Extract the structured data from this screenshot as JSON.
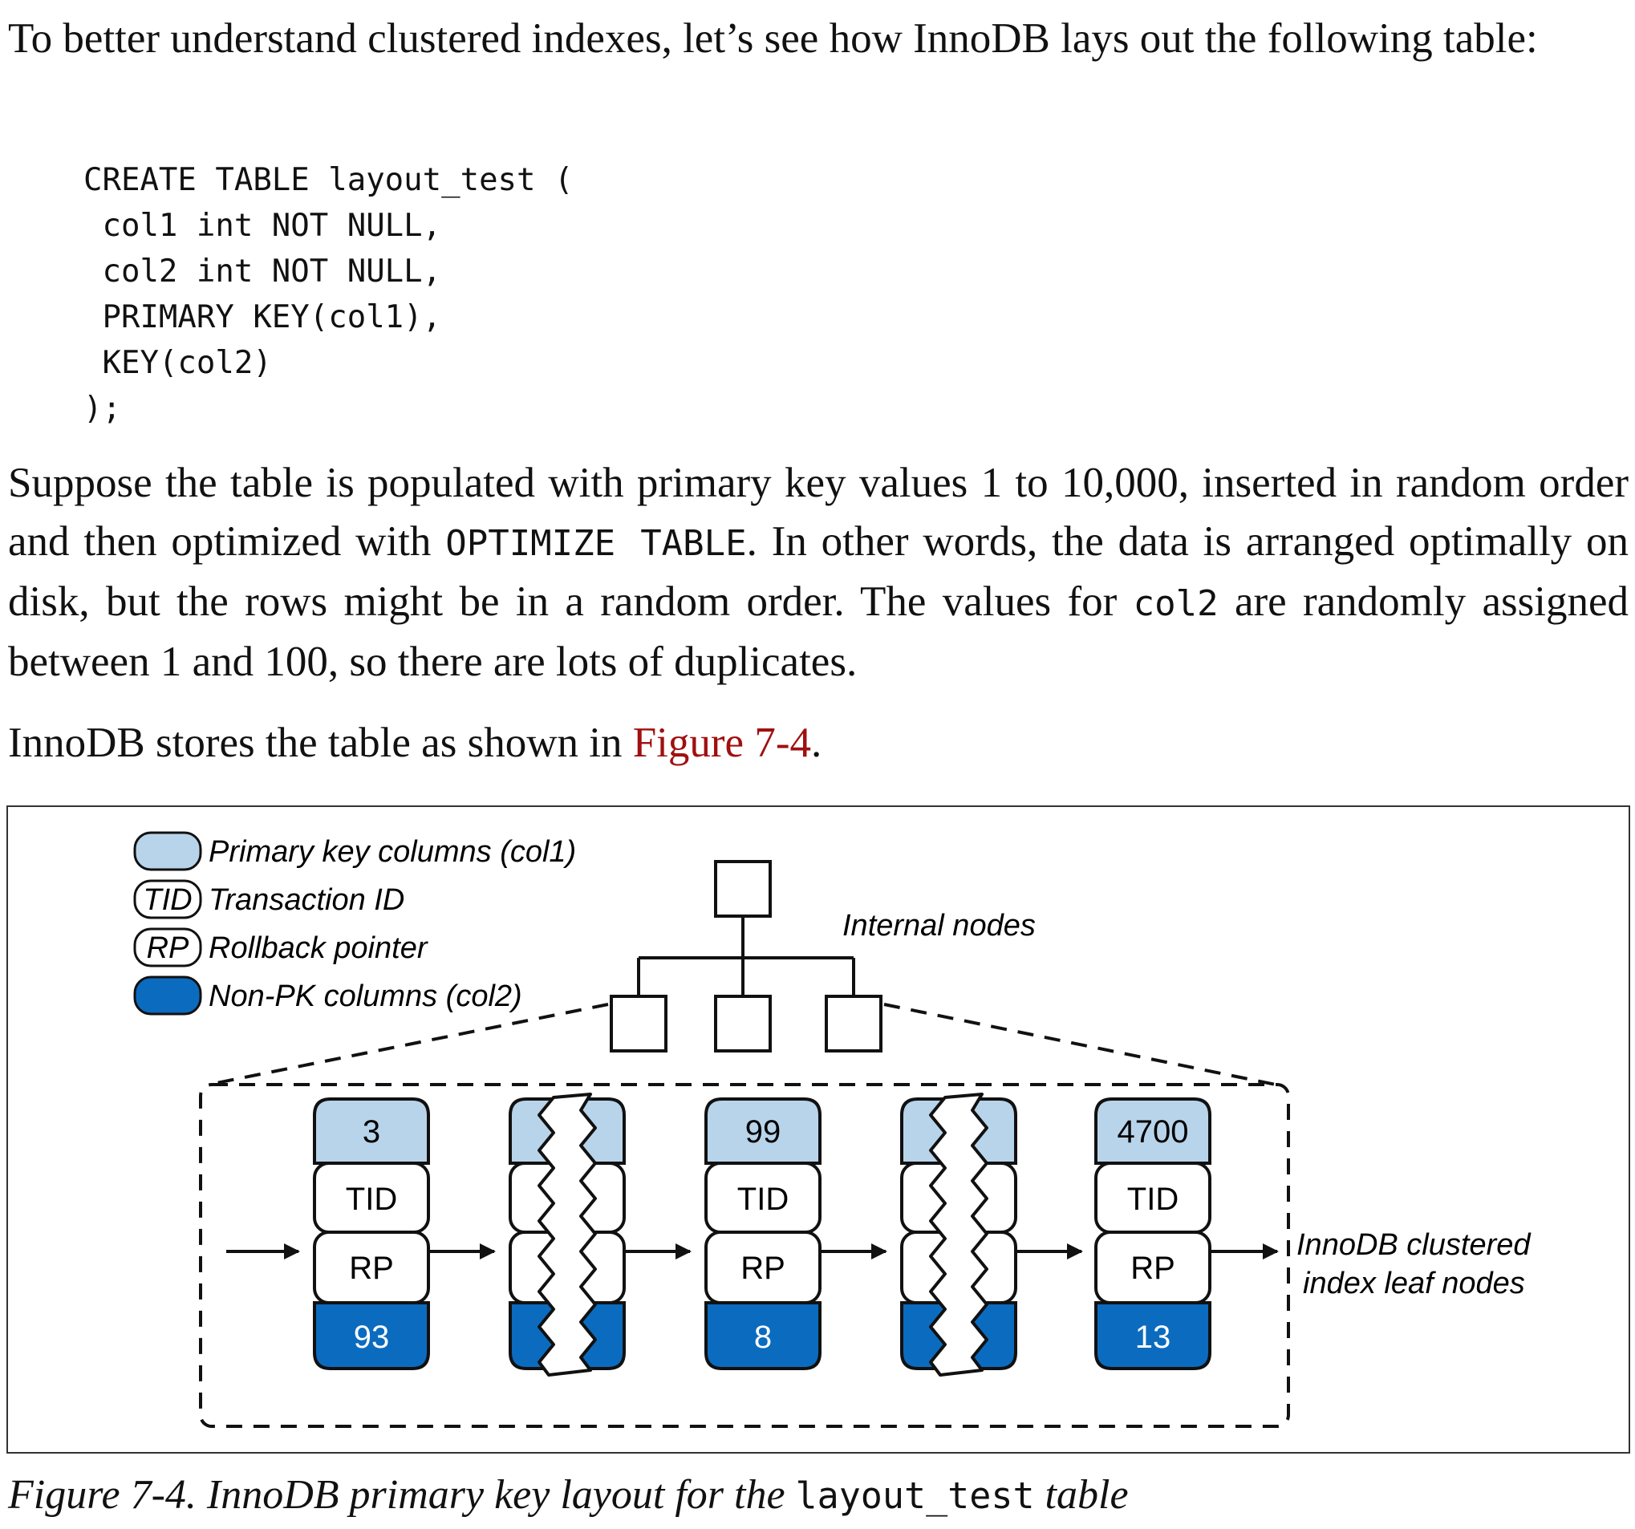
{
  "intro": {
    "before": "To better understand clustered indexes, let’s see how InnoDB lays out the following table:"
  },
  "code_lines": [
    "CREATE TABLE layout_test (",
    " col1 int NOT NULL,",
    " col2 int NOT NULL,",
    " PRIMARY KEY(col1),",
    " KEY(col2)",
    ");"
  ],
  "para2": {
    "t1": "Suppose the table is populated with primary key values 1 to 10,000, inserted in random order and then optimized with ",
    "c1": "OPTIMIZE TABLE",
    "t2": ". In other words, the data is arranged optimally on disk, but the rows might be in a random order. The values for ",
    "c2": "col2",
    "t3": " are randomly assigned between 1 and 100, so there are lots of duplicates."
  },
  "para3": {
    "t1": "InnoDB stores the table as shown in ",
    "link": "Figure 7-4",
    "t2": "."
  },
  "figure": {
    "legend": [
      {
        "badge": "",
        "text": "Primary key columns (col1)"
      },
      {
        "badge": "TID",
        "text": "Transaction ID"
      },
      {
        "badge": "RP",
        "text": "Rollback pointer"
      },
      {
        "badge": "",
        "text": "Non-PK columns (col2)"
      }
    ],
    "internal_nodes_label": "Internal nodes",
    "leaf_label_line1": "InnoDB clustered",
    "leaf_label_line2": "index leaf nodes",
    "leaves": [
      {
        "pk": "3",
        "tid": "TID",
        "rp": "RP",
        "col2": "93"
      },
      {
        "pk": "99",
        "tid": "TID",
        "rp": "RP",
        "col2": "8"
      },
      {
        "pk": "4700",
        "tid": "TID",
        "rp": "RP",
        "col2": "13"
      }
    ],
    "colors": {
      "pk_fill": "#b8d4ea",
      "nonpk_fill": "#0b6bbf",
      "stroke": "#111111"
    }
  },
  "caption": {
    "t1": "Figure 7-4. InnoDB primary key layout for the ",
    "code": "layout_test",
    "t2": " table"
  }
}
